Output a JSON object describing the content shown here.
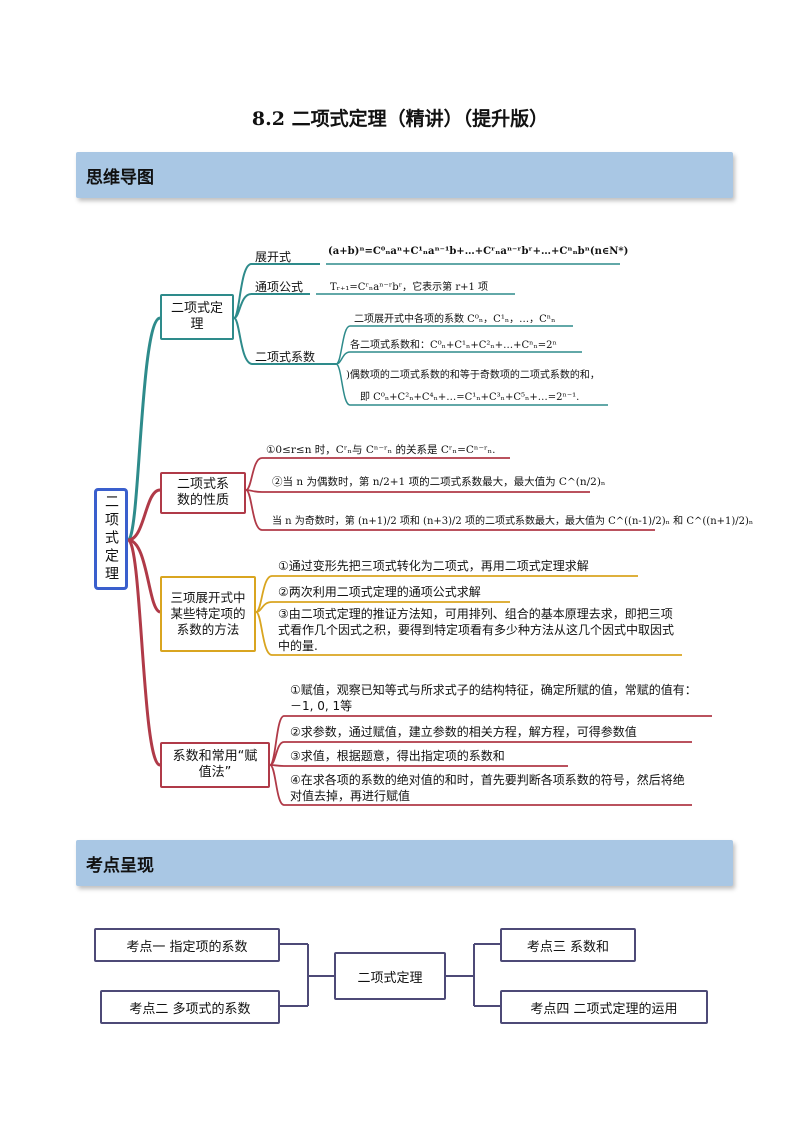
{
  "title": "8.2  二项式定理（精讲）（提升版）",
  "sections": {
    "mindmap": "思维导图",
    "points": "考点呈现"
  },
  "colors": {
    "section_bar": "#a9c7e4",
    "teal": "#2e8b8b",
    "crimson": "#b03a48",
    "gold": "#d9a520",
    "main_box": "#3a5fcd",
    "kaodian": "#4d4a77"
  },
  "mindmap": {
    "root": "二项式定理",
    "branch1": {
      "label": "二项式定理",
      "items": {
        "expand_label": "展开式",
        "expand_formula": "(a+b)ⁿ=C⁰ₙaⁿ+C¹ₙaⁿ⁻¹b+…+Cʳₙaⁿ⁻ʳbʳ+…+Cⁿₙbⁿ(n∈N*)",
        "general_label": "通项公式",
        "general_formula": "Tᵣ₊₁=Cʳₙaⁿ⁻ʳbʳ，它表示第 r+1 项",
        "coef_label": "二项式系数",
        "coef_lines": [
          "二项展开式中各项的系数 C⁰ₙ，C¹ₙ，…，Cⁿₙ",
          "各二项式系数和：C⁰ₙ+C¹ₙ+C²ₙ+…+Cⁿₙ=2ⁿ",
          ")偶数项的二项式系数的和等于奇数项的二项式系数的和，",
          "即 C⁰ₙ+C²ₙ+C⁴ₙ+…=C¹ₙ+C³ₙ+C⁵ₙ+…=2ⁿ⁻¹."
        ]
      }
    },
    "branch2": {
      "label": "二项式系数的性质",
      "lines": [
        "①0≤r≤n 时，Cʳₙ与 Cⁿ⁻ʳₙ 的关系是 Cʳₙ=Cⁿ⁻ʳₙ.",
        "②当 n 为偶数时，第 n/2+1 项的二项式系数最大，最大值为 C^(n/2)ₙ",
        "当 n 为奇数时，第 (n+1)/2 项和 (n+3)/2 项的二项式系数最大，最大值为 C^((n-1)/2)ₙ 和 C^((n+1)/2)ₙ"
      ]
    },
    "branch3": {
      "label": "三项展开式中某些特定项的系数的方法",
      "lines": [
        "①通过变形先把三项式转化为二项式，再用二项式定理求解",
        "②两次利用二项式定理的通项公式求解",
        "③由二项式定理的推证方法知，可用排列、组合的基本原理去求，即把三项式看作几个因式之积，要得到特定项看有多少种方法从这几个因式中取因式中的量."
      ]
    },
    "branch4": {
      "label": "系数和常用“赋值法”",
      "lines": [
        "①赋值，观察已知等式与所求式子的结构特征，确定所赋的值，常赋的值有：－1, 0, 1等",
        "②求参数，通过赋值，建立参数的相关方程，解方程，可得参数值",
        "③求值，根据题意，得出指定项的系数和",
        "④在求各项的系数的绝对值的和时，首先要判断各项系数的符号，然后将绝对值去掉，再进行赋值"
      ]
    }
  },
  "kaodian": {
    "center": "二项式定理",
    "k1": "考点一    指定项的系数",
    "k2": "考点二  多项式的系数",
    "k3": "考点三  系数和",
    "k4": "考点四  二项式定理的运用"
  }
}
